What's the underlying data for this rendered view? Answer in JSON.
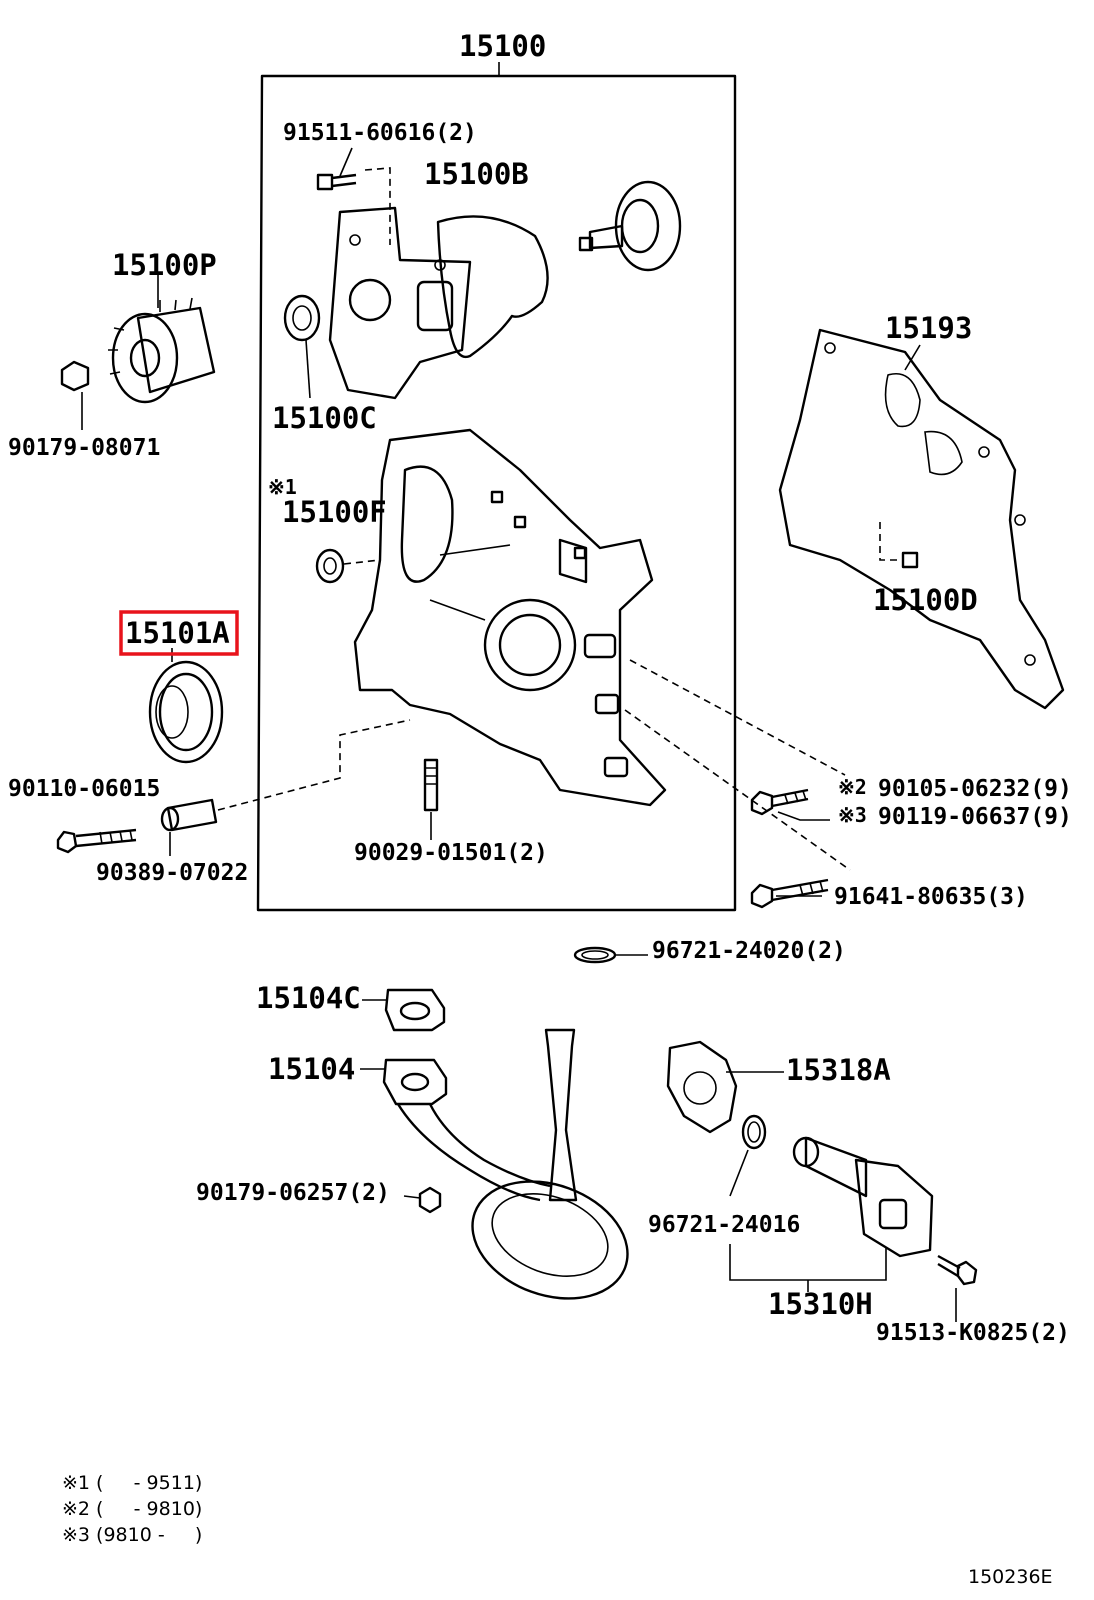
{
  "callouts": {
    "l15100": "15100",
    "l91511": "91511-60616(2)",
    "l15100b": "15100B",
    "l15100p": "15100P",
    "l15100c": "15100C",
    "l90179a": "90179-08071",
    "l15193": "15193",
    "mark1": "※1",
    "l15100f": "15100F",
    "l15100d": "15100D",
    "l15101a": "15101A",
    "l90110": "90110-06015",
    "mark2": "※2",
    "l90105": "90105-06232(9)",
    "mark3": "※3",
    "l90119": "90119-06637(9)",
    "l90389": "90389-07022",
    "l90029": "90029-01501(2)",
    "l91641": "91641-80635(3)",
    "l96721a": "96721-24020(2)",
    "l15104c": "15104C",
    "l15104": "15104",
    "l15318a": "15318A",
    "l90179b": "90179-06257(2)",
    "l96721b": "96721-24016",
    "l15310h": "15310H",
    "l91513": "91513-K0825(2)"
  },
  "highlight_color": "#e8131b",
  "footnotes": {
    "n1": "※1 (     - 9511)",
    "n2": "※2 (     - 9810)",
    "n3": "※3 (9810 -     )"
  },
  "figure_code": "150236E"
}
